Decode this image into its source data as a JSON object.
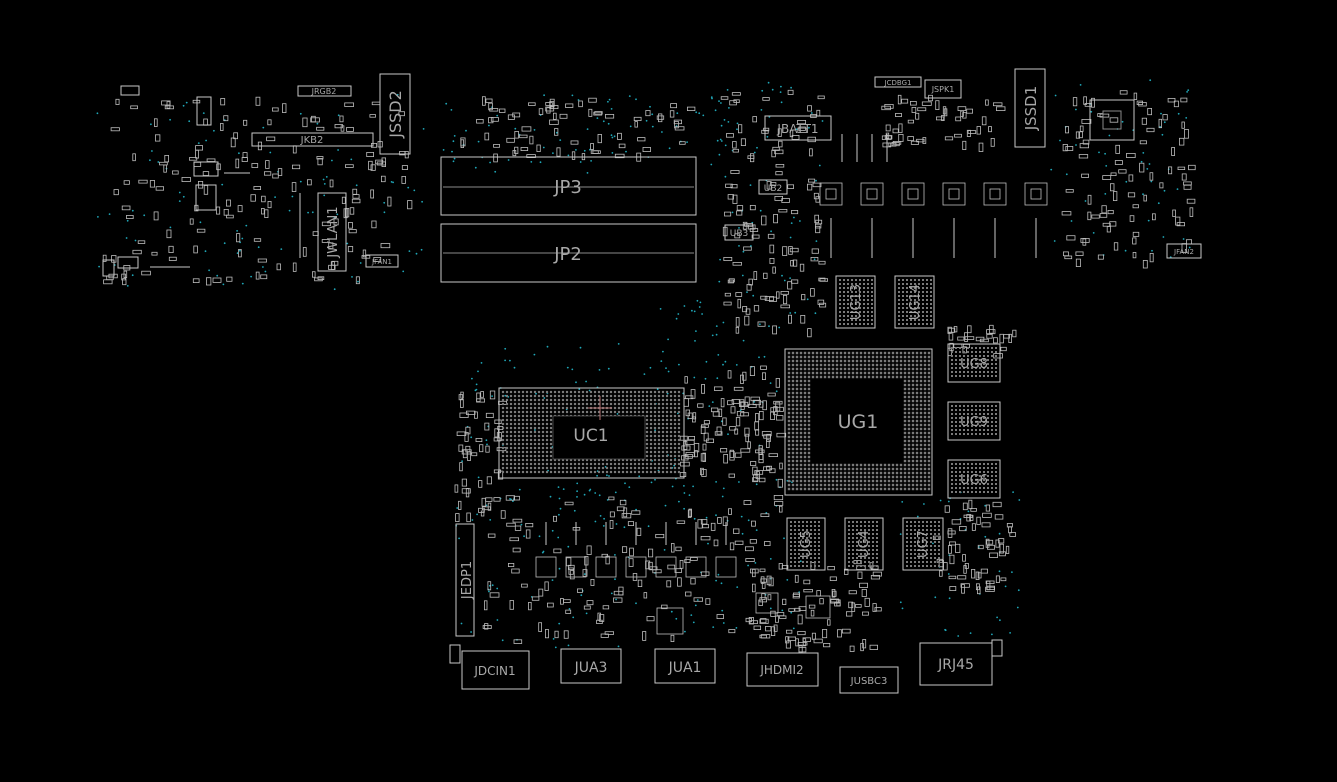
{
  "board": {
    "background": "#000000",
    "outline_color": "#c8c8c8",
    "via_color": "#1fa7b8",
    "labels": {
      "JRGB2": "JRGB2",
      "JSSD2": "JSSD2",
      "JKB2": "JKB2",
      "JWLAN1": "JWLAN1",
      "JFAN1": "JFAN1",
      "JP3": "JP3",
      "JP2": "JP2",
      "UC1": "UC1",
      "JBATT1": "JBATT1",
      "JCDBG1": "JCDBG1",
      "JSPK1": "JSPK1",
      "JSSD1": "JSSD1",
      "UB2": "UB2",
      "UB3": "UB3",
      "UG13": "UG13",
      "UG14": "UG14",
      "UG1": "UG1",
      "UG8": "UG8",
      "UG9": "UG9",
      "UG6": "UG6",
      "UG5": "UG5",
      "UG4": "UG4",
      "UG7": "UG7",
      "JFAN2": "JFAN2",
      "JEDP1": "JEDP1",
      "JDCIN1": "JDCIN1",
      "JUA3": "JUA3",
      "JUA1": "JUA1",
      "JHDMI2": "JHDMI2",
      "JUSBC3": "JUSBC3",
      "JRJ45": "JRJ45"
    }
  }
}
